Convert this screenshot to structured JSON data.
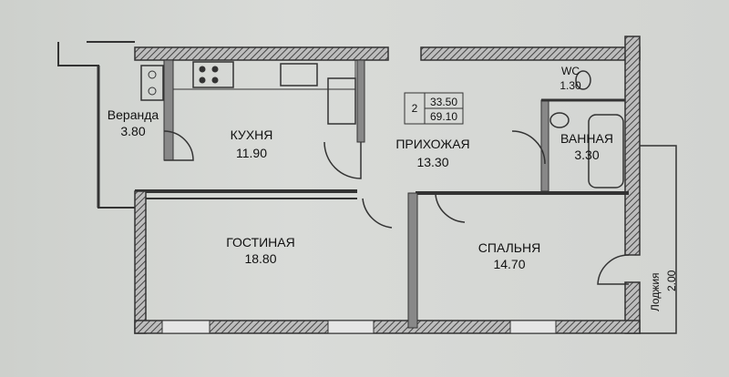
{
  "rooms": {
    "veranda": {
      "name": "Веранда",
      "area": "3.80"
    },
    "kitchen": {
      "name": "КУХНЯ",
      "area": "11.90"
    },
    "hallway": {
      "name": "ПРИХОЖАЯ",
      "area": "13.30"
    },
    "wc": {
      "name": "WC",
      "area": "1.30"
    },
    "bathroom": {
      "name": "ВАННАЯ",
      "area": "3.30"
    },
    "living": {
      "name": "ГОСТИНАЯ",
      "area": "18.80"
    },
    "bedroom": {
      "name": "СПАЛЬНЯ",
      "area": "14.70"
    },
    "loggia": {
      "name": "Лоджия",
      "area": "2.00"
    }
  },
  "apartment": {
    "rooms_count": "2",
    "living_area": "33.50",
    "total_area": "69.10"
  },
  "colors": {
    "wall": "#3a3a3a",
    "hatch": "#555555",
    "paper": "#d4d6d3",
    "ink": "#111111"
  }
}
